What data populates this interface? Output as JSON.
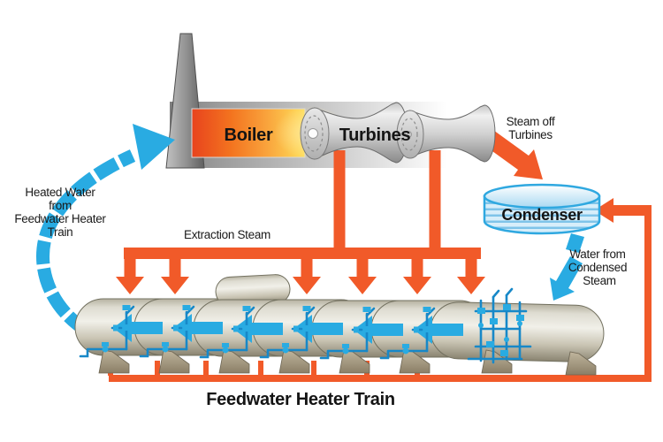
{
  "diagram": {
    "labels": {
      "boiler": "Boiler",
      "turbines": "Turbines",
      "condenser": "Condenser",
      "feedwater_heater_train": "Feedwater Heater Train",
      "extraction_steam": "Extraction Steam",
      "steam_off_turbines": [
        "Steam off",
        "Turbines"
      ],
      "water_from_condensed_steam": [
        "Water from",
        "Condensed",
        "Steam"
      ],
      "heated_water_from_train": [
        "Heated Water",
        "from",
        "Feedwater Heater",
        "Train"
      ]
    },
    "colors": {
      "steam_flow_orange": "#F15A29",
      "water_flow_blue": "#29ABE2",
      "label_text": "#1A1A1A"
    }
  }
}
